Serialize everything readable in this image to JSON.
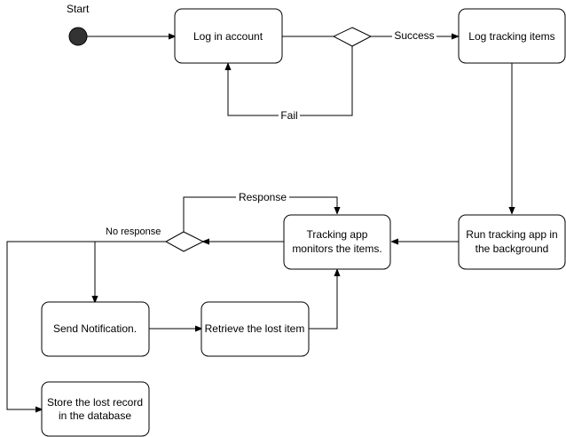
{
  "diagram": {
    "start_label": "Start",
    "nodes": {
      "login": "Log in account",
      "log_tracking": "Log tracking items",
      "run_background_line1": "Run tracking app in",
      "run_background_line2": "the background",
      "monitor_line1": "Tracking app",
      "monitor_line2": "monitors the items.",
      "notify": "Send Notification.",
      "retrieve": "Retrieve the lost item",
      "store_line1": "Store the lost record",
      "store_line2": "in the database"
    },
    "edges": {
      "success": "Success",
      "fail": "Fail",
      "response": "Response",
      "no_response": "No response"
    }
  }
}
